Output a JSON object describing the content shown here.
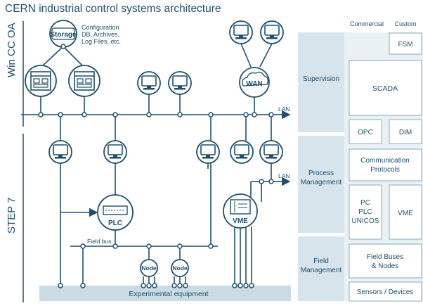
{
  "title": "CERN industrial control systems architecture",
  "left_labels": {
    "wincc": "Win CC OA",
    "step7": "STEP 7"
  },
  "storage": {
    "label": "Storage",
    "note1": "Configuration",
    "note2": "DB, Archives,",
    "note3": "Log Files, etc."
  },
  "network": {
    "lan1": "LAN",
    "lan2": "LAN",
    "wan": "WAN",
    "fieldbus": "Field bus"
  },
  "devices": {
    "plc": "PLC",
    "vme": "VME",
    "node1": "Node",
    "node2": "Node"
  },
  "experimental": "Experimental equipment",
  "layers": {
    "supervision": "Supervision",
    "process1": "Process",
    "process2": "Management",
    "field1": "Field",
    "field2": "Management"
  },
  "headers": {
    "commercial": "Commercial",
    "custom": "Custom"
  },
  "boxes": {
    "fsm": "FSM",
    "scada": "SCADA",
    "opc": "OPC",
    "dim": "DIM",
    "comm1": "Communication",
    "comm2": "Protocols",
    "pc1": "PC",
    "pc2": "PLC",
    "pc3": "UNICOS",
    "vme": "VME",
    "fb1": "Field Buses",
    "fb2": "& Nodes",
    "sensors": "Sensors / Devices"
  },
  "colors": {
    "line": "#1f4f6b",
    "panel": "#d7e4ec",
    "band": "#cadbe5",
    "box_border": "#8aa9bc"
  }
}
